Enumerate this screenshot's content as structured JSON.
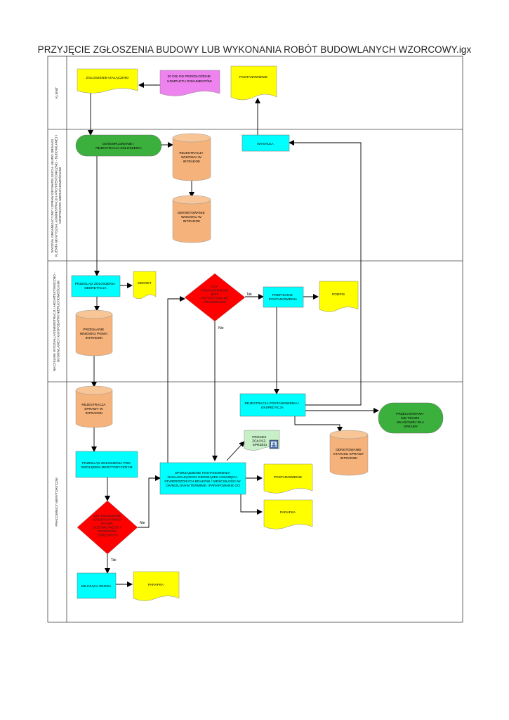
{
  "title": "PRZYJĘCIE ZGŁOSZENIA BUDOWY LUB WYKONANIA ROBÓT BUDOWLANYCH WZORCOWY.igx",
  "lanes": [
    {
      "lines": [
        "KLIENT"
      ]
    },
    {
      "lines": [
        "WYDZIAŁ ORGANIZACYJNY I SPRAW OBYWATELSKICH - BIURO OBSŁUGI",
        "KLIENTA lub WYDZIAŁ ADMINISTRACJI I ARCHITEKTONICZNO - BUDOWLANEJ I",
        "GOSPODARKI NIERUCHOMOŚCIAMI"
      ]
    },
    {
      "lines": [
        "NACZELNIK WYDZIAŁU ADMINISTRACJI I ARCHITEKTONICZNO -",
        "BUDOWLANEJ I GOSPODARKI NIERUCHOMOŚCIAMI"
      ]
    },
    {
      "lines": [
        "PRACOWNICY MERYTORYCZNI"
      ]
    }
  ],
  "nodes": {
    "zgloszenie": [
      "ZGŁOSZENIE+ZAŁĄCZNIKI"
    ],
    "dni30": [
      "30 DNI OD PRZEDŁOŻENIE",
      "KOMPLETU DOKUMENTÓW"
    ],
    "postanowienie_klient": [
      "POSTANOWIENIE"
    ],
    "ostemplowanie": [
      "OSTEMPLOWANIE I",
      "REJESTRACJA ZGŁOSZENIA"
    ],
    "rejestracja_wniosku": [
      "REJESTRACJA",
      "WNIOSKU W",
      "INTRADOK"
    ],
    "wysylka": [
      "WYSYŁKA"
    ],
    "dekretowanie": [
      "DEKRETOWANIE",
      "WNIOSKU W",
      "INTRADOK"
    ],
    "przeglad_dekretacja": [
      "PRZEGLĄD ZGŁOSZENIA",
      "DEKRETACJA"
    ],
    "dekret": [
      "DEKRET"
    ],
    "czy_postanowienie": [
      "CZY",
      "POSTANOWIENIE",
      "JEST",
      "PRZYGOTOWANE",
      "PRAWIDŁOWO"
    ],
    "podpisanie": [
      "PODPISANIE",
      "POSTANOWIENIA"
    ],
    "podpis": [
      "PODPIS"
    ],
    "przeslanie": [
      "PRZESŁANIE",
      "WNIOSKU PISMA",
      "INTRADOK"
    ],
    "rejestracja_sprawy": [
      "REJESTRACJA",
      "SPRAWY W",
      "INTRADOK"
    ],
    "rejestracja_postanowienia": [
      "REJESTRACJA POSTANOWIENIA /",
      "EKSPEDYCJA"
    ],
    "przechowywanie": [
      "PRZECHOWYWA-",
      "NIE TECZKI",
      "WŁAŚCIWEJ DLA",
      "SPRAWY"
    ],
    "odnotowanie": [
      "ODNOTOWANIE",
      "STATUSU SPRAWY",
      "INTRADOK"
    ],
    "proces": [
      "PROCES",
      "ZGŁOSZ.",
      "SPRZECI"
    ],
    "przeglad_merytoryczny": [
      "PRZEGLĄD ZGŁOSZENIA POD",
      "WZGLĘDEM MERYTORYCZNYM"
    ],
    "sporzadzenie": [
      "SPORZĄDZENIE POSTANOWIENIA",
      "NAKŁADAJĄCEGO OBOWIĄZEK USUNIĘCIA",
      "STWIERDZONYCH BRAKÓW / NIEŚCISŁOŚCI W",
      "OKREŚLONYM TERMINIE I PARAFOWANIE GO"
    ],
    "postanowienie2": [
      "POSTANOWIENIE"
    ],
    "parafka1": [
      "PARAFKA"
    ],
    "czy_zgloszenie": [
      "CZY ZGŁOSZENIE",
      "SPEŁNIA WYMOGI",
      "PRAWA",
      "BUDOWLANEGO I",
      "PRZEPISÓW",
      "ODRĘBNYCH"
    ],
    "milczaca": [
      "MILCZĄCA ZGODA"
    ],
    "parafka2": [
      "PARAFKA"
    ]
  },
  "labels": {
    "tak1": "Tak",
    "nie1": "Nie",
    "nie2": "Nie",
    "tak2": "Tak"
  },
  "colors": {
    "cyan_process": "#00ffff",
    "green_terminal": "#3cb03c",
    "orange_database": "#f5b27a",
    "yellow_document": "#ffff00",
    "violet_document": "#ee82ee",
    "red_decision": "#ff0000",
    "light_green_subprocess": "#c8f0c8"
  }
}
